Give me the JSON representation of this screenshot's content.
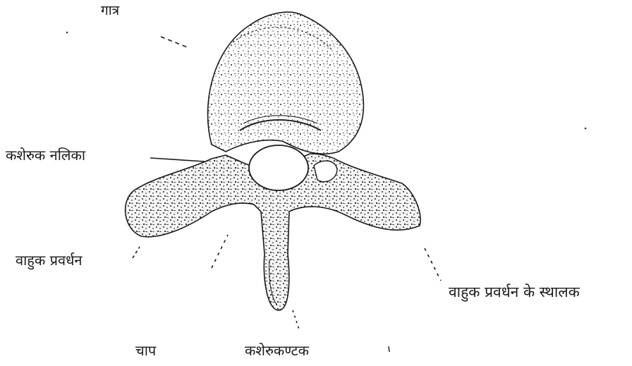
{
  "figure": {
    "labels": {
      "body": "गात्र",
      "vertebral_canal": "कशेरुक नलिका",
      "transverse_process": "वाहुक प्रवर्धन",
      "transverse_process_facet": "वाहुक प्रवर्धन के स्थालक",
      "arch": "चाप",
      "spinous_process": "कशेरुकण्टक"
    },
    "ink_color": "#1a1a1a"
  }
}
